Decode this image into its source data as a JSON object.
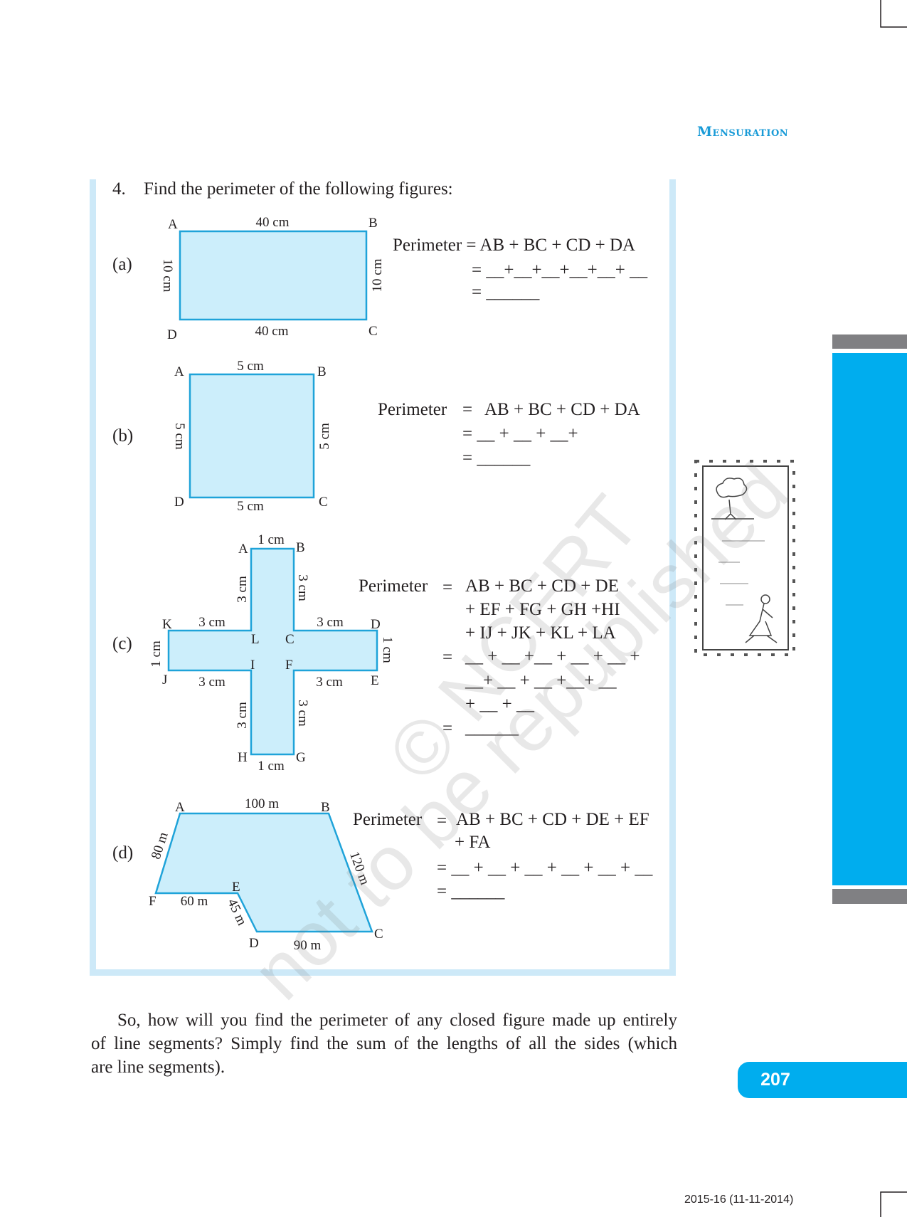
{
  "header": {
    "chapter": "Mensuration"
  },
  "question": {
    "number": "4.",
    "text": "Find the perimeter of the following figures:"
  },
  "figures": {
    "a": {
      "label": "(a)",
      "vertices": {
        "A": "A",
        "B": "B",
        "C": "C",
        "D": "D"
      },
      "sides": {
        "top": "40 cm",
        "bottom": "40 cm",
        "left": "10 cm",
        "right": "10 cm"
      },
      "formula": [
        "Perimeter = AB + BC + CD + DA",
        "= __+__+__+__+__+ __",
        "= ______"
      ]
    },
    "b": {
      "label": "(b)",
      "vertices": {
        "A": "A",
        "B": "B",
        "C": "C",
        "D": "D"
      },
      "sides": {
        "top": "5 cm",
        "bottom": "5 cm",
        "left": "5 cm",
        "right": "5 cm"
      },
      "formula": [
        "Perimeter",
        "=",
        "AB + BC + CD + DA",
        "= __ + __ + __+",
        "= ______"
      ]
    },
    "c": {
      "label": "(c)",
      "vertices": {
        "A": "A",
        "B": "B",
        "C": "C",
        "D": "D",
        "E": "E",
        "F": "F",
        "G": "G",
        "H": "H",
        "I": "I",
        "J": "J",
        "K": "K",
        "L": "L"
      },
      "sides": {
        "AB": "1 cm",
        "BC": "3 cm",
        "CD": "3 cm",
        "DE": "1 cm",
        "EF": "3 cm",
        "FG": "3 cm",
        "GH": "1 cm",
        "HI": "3 cm",
        "IJ": "3 cm",
        "JK": "1 cm",
        "KL": "3 cm",
        "LA": "3 cm"
      },
      "formula": [
        "Perimeter",
        "=",
        "AB + BC + CD + DE",
        "+ EF + FG + GH +HI",
        "+ IJ + JK + KL + LA",
        "=",
        "__ + __ +__ + __ + __ +",
        "__+ __ + __ +__+ __",
        "+ __ + __",
        "=",
        "______"
      ]
    },
    "d": {
      "label": "(d)",
      "vertices": {
        "A": "A",
        "B": "B",
        "C": "C",
        "D": "D",
        "E": "E",
        "F": "F"
      },
      "sides": {
        "AB": "100 m",
        "BC": "120 m",
        "CD": "90 m",
        "DE": "45 m",
        "EF": "60 m",
        "FA": "80 m"
      },
      "formula": [
        "Perimeter",
        "=",
        "AB + BC + CD + DE + EF",
        "+ FA",
        "= __ + __ + __ + __ + __ + __",
        "= ______"
      ]
    }
  },
  "paragraph": [
    "So, how will you find the perimeter of any closed figure made up entirely",
    "of line segments? Simply find the sum of the lengths of all the sides (which",
    "are line segments)."
  ],
  "watermark": {
    "line1": "© NCERT",
    "line2": "not to be republished"
  },
  "page_number": "207",
  "footer": "2015-16 (11-11-2014)",
  "colors": {
    "accent": "#00adee",
    "shape_fill": "#cceefb",
    "shape_stroke": "#1fa3d9",
    "frame": "#cde9f8",
    "side_gray": "#808083"
  }
}
